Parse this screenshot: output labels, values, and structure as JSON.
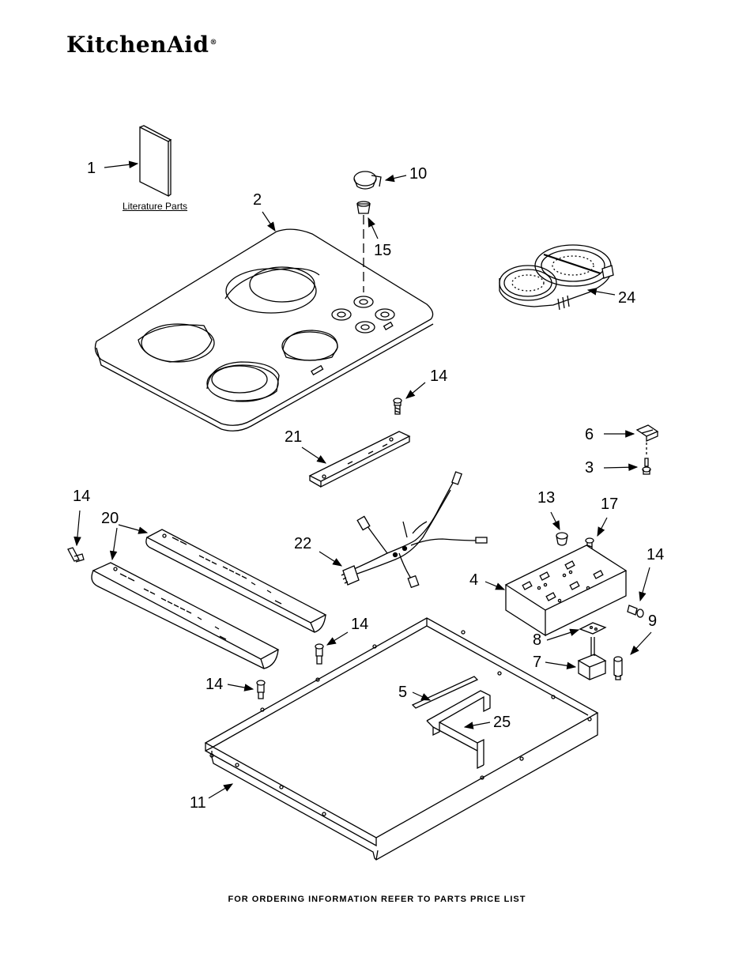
{
  "brand": {
    "logo_text": "KitchenAid",
    "registered_mark": "®"
  },
  "literature_caption": "Literature Parts",
  "footer_text": "FOR ORDERING INFORMATION REFER TO PARTS PRICE LIST",
  "callouts": {
    "c1": "1",
    "c2": "2",
    "c10": "10",
    "c15": "15",
    "c24": "24",
    "c14a": "14",
    "c21": "21",
    "c6": "6",
    "c3": "3",
    "c14b": "14",
    "c20": "20",
    "c22": "22",
    "c13": "13",
    "c17": "17",
    "c14c": "14",
    "c4": "4",
    "c9": "9",
    "c8": "8",
    "c7": "7",
    "c14d": "14",
    "c14e": "14",
    "c5": "5",
    "c25": "25",
    "c11": "11"
  }
}
